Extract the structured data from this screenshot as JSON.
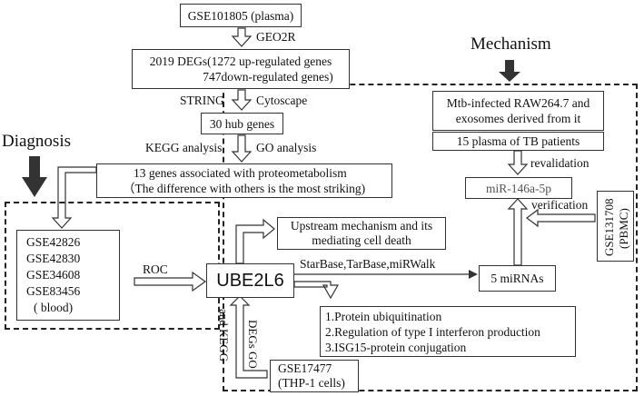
{
  "titles": {
    "mechanism": "Mechanism",
    "diagnosis": "Diagnosis"
  },
  "boxes": {
    "dataset": "GSE101805 (plasma)",
    "degs_line1": "2019 DEGs(1272 up-regulated genes",
    "degs_line2": "747down-regulated genes)",
    "hub": "30 hub genes",
    "genes_line1": "13  genes associated with proteometabolism",
    "genes_line2": "（The difference with others is the most striking)",
    "diag_sets": [
      "GSE42826",
      "GSE42830",
      "GSE34608",
      "GSE83456",
      "( blood)"
    ],
    "ube": "UBE2L6",
    "mirnas": "5 miRNAs",
    "upstream_line1": "Upstream mechanism and its",
    "upstream_line2": "mediating cell death",
    "functions": [
      "1.Protein ubiquitination",
      "2.Regulation of type I interferon production",
      "3.ISG15-protein conjugation"
    ],
    "thp_line1": "GSE17477",
    "thp_line2": "(THP-1 cells)",
    "mtb_line1": "Mtb-infected RAW264.7 and",
    "mtb_line2": "exosomes derived from it",
    "plasma_tb": "15 plasma of TB patients",
    "mirna_target": "miR-146a-5p",
    "gse131708_line1": "GSE131708",
    "gse131708_line2": "(PBMC)"
  },
  "labels": {
    "geo2r": "GEO2R",
    "string": "STRING",
    "cytoscape": "Cytoscape",
    "kegg_analysis": "KEGG analysis",
    "go_analysis": "GO analysis",
    "roc": "ROC",
    "starbase": "StarBase,TarBase,miRWalk",
    "revalidation": "revalidation",
    "verification": "verification",
    "degs_go": "DEGs GO",
    "and_kegg": "and KEGG"
  }
}
